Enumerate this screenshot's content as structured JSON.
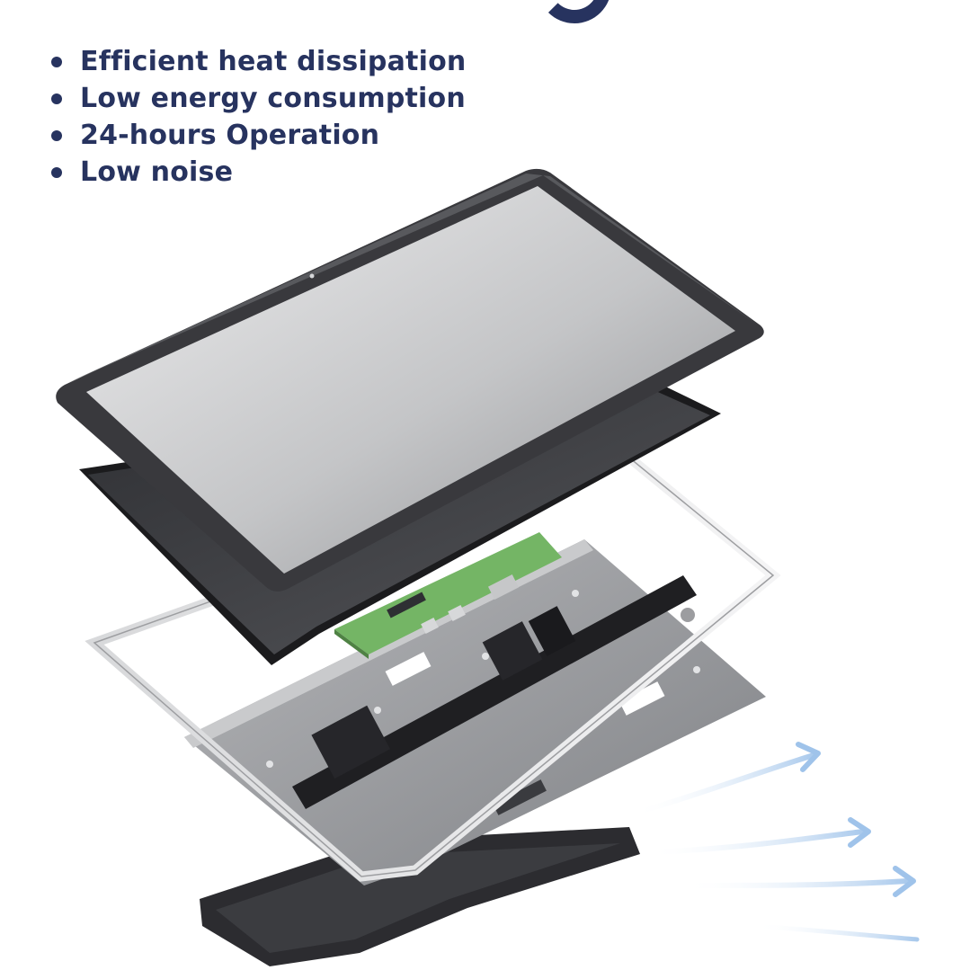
{
  "heading": {
    "visible_fragment": "g"
  },
  "features": [
    "Efficient heat dissipation",
    "Low energy consumption",
    "24-hours Operation",
    "Low noise"
  ],
  "colors": {
    "text": "#27335f",
    "bezel": "#3a3a3e",
    "screen": "#c9cacc",
    "pcb": "#7bb86a",
    "plate": "#8d8f93",
    "airflow": "#b8d4f0"
  },
  "illustration": {
    "subject": "exploded view of panel PC",
    "parts": [
      "touch-glass-bezel",
      "lcd-panel",
      "metal-frame",
      "mainboard-pcb",
      "mounting-plate",
      "io-bracket",
      "rear-housing"
    ],
    "airflow_icon": "airflow-arrows-icon"
  }
}
